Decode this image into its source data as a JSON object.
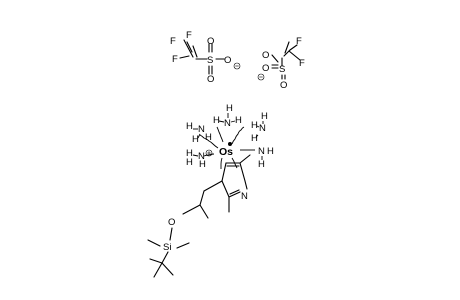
{
  "atoms": {
    "F": "F",
    "S": "S",
    "O": "O",
    "N": "N",
    "H": "H",
    "Os": "Os",
    "Si": "Si"
  },
  "charges": {
    "minus": "−",
    "plus": "+"
  }
}
